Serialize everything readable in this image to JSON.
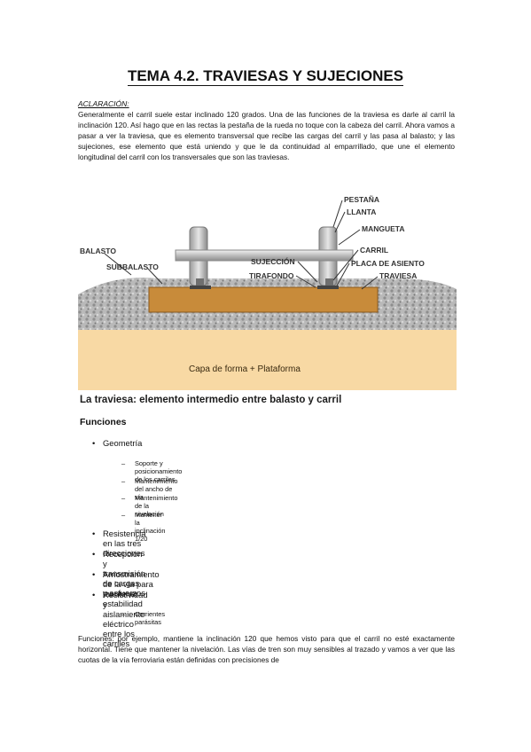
{
  "title": "TEMA 4.2. TRAVIESAS Y SUJECIONES",
  "note_heading": "ACLARACIÓN:",
  "paragraph1": "Generalmente el carril suele estar inclinado 120 grados. Una de las funciones de la traviesa es darle al carril la inclinación 120. Así hago que en las rectas la pestaña de la rueda no toque con la cabeza del carril. Ahora vamos a pasar a ver la traviesa, que es elemento transversal que recibe las cargas del carril y las pasa al balasto; y las sujeciones, ese elemento que está uniendo y que le da continuidad al emparrillado, que une el elemento longitudinal del carril con los transversales que son las traviesas.",
  "figure": {
    "labels": {
      "pestana": "PESTAÑA",
      "llanta": "LLANTA",
      "mangueta": "MANGUETA",
      "balasto": "BALASTO",
      "subbalasto": "SUBBALASTO",
      "sujecion": "SUJECCIÓN",
      "tirafondo": "TIRAFONDO",
      "carril": "CARRIL",
      "placa": "PLACA DE ASIENTO",
      "traviesa": "TRAVIESA",
      "capa": "Capa de forma + Plataforma"
    }
  },
  "section_title": "La traviesa: elemento intermedio entre balasto y carril",
  "functions_title": "Funciones",
  "functions": [
    {
      "label": "Geometría",
      "sub": [
        "Soporte y posicionamiento de los carriles",
        "Mantenimiento del ancho de vía",
        "Mantenimiento de la nivelación",
        "Mantener la inclinación 1/20"
      ]
    },
    {
      "label": "Resistencia en las tres direcciones",
      "sub": []
    },
    {
      "label": "Recepción y transmisión de cargas y esfuerzos",
      "sub": []
    },
    {
      "label": "Arriostramiento de la vía para mantener estabilidad",
      "sub": []
    },
    {
      "label": "Resistividad y aislamiento eléctrico entre los carriles",
      "sub": [
        "Corrientes parásitas"
      ]
    }
  ],
  "paragraph2": "Funciones: por ejemplo, mantiene la inclinación 120 que hemos visto para que el carril no esté exactamente horizontal. Tiene que mantener la nivelación. Las vías de tren son muy sensibles al trazado y vamos a ver que las cuotas de la vía ferroviaria están definidas con precisiones de"
}
